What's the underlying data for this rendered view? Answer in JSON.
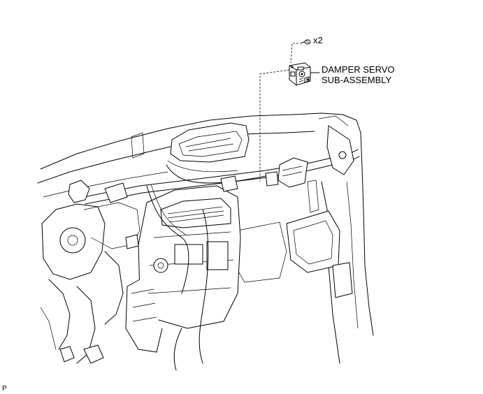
{
  "figure": {
    "screw_quantity": "x2",
    "callout_line1": "DAMPER SERVO",
    "callout_line2": "SUB-ASSEMBLY",
    "figure_id": "P"
  },
  "icons": {
    "screw": "screw-icon",
    "servo": "damper-servo-icon"
  }
}
